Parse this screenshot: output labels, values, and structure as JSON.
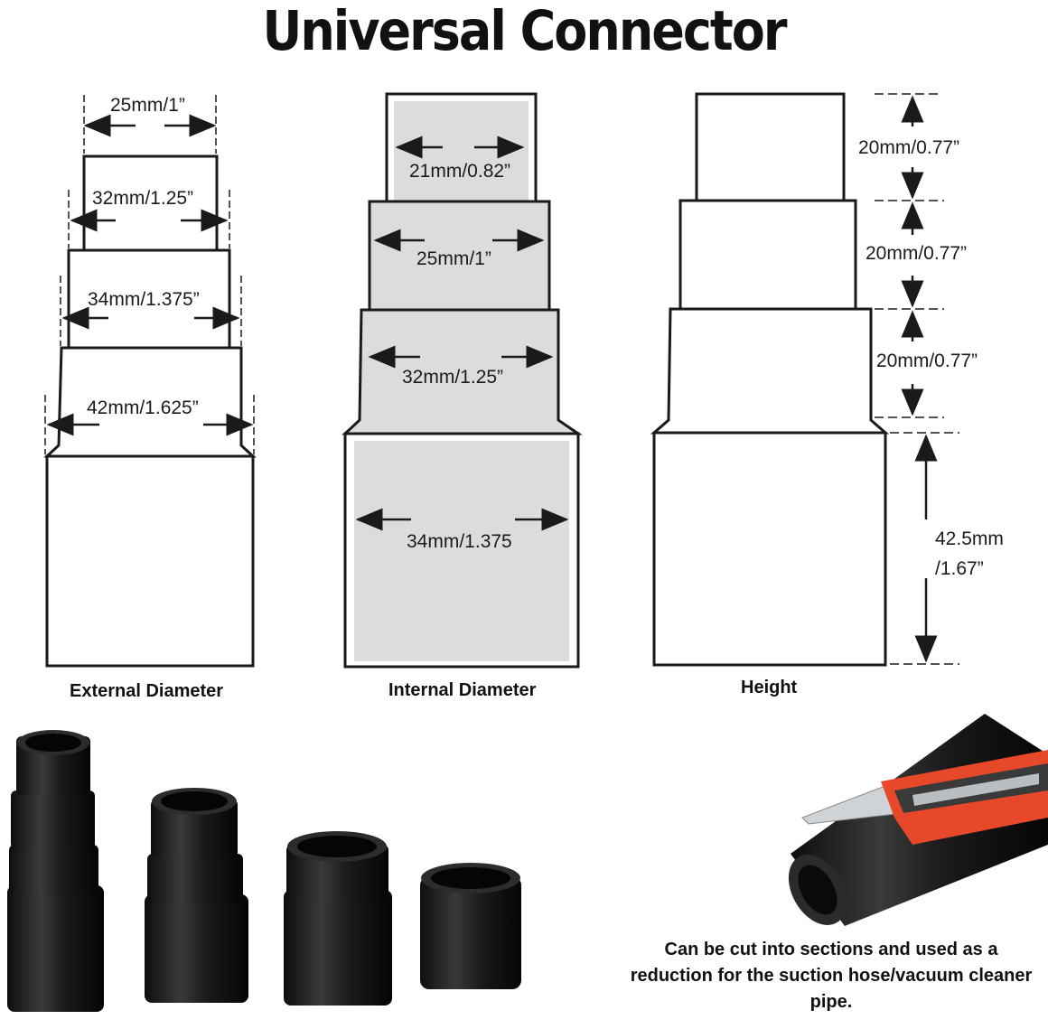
{
  "title": "Universal Connector",
  "external": {
    "caption": "External Diameter",
    "dims": [
      "25mm/1”",
      "32mm/1.25”",
      "34mm/1.375”",
      "42mm/1.625”"
    ]
  },
  "internal": {
    "caption": "Internal Diameter",
    "dims": [
      "21mm/0.82”",
      "25mm/1”",
      "32mm/1.25”",
      "34mm/1.375"
    ]
  },
  "height": {
    "caption": "Height",
    "dims": [
      "20mm/0.77”",
      "20mm/0.77”",
      "20mm/0.77”"
    ],
    "base_line1": "42.5mm",
    "base_line2": "/1.67”"
  },
  "note": "Can be cut into sections and used as a reduction for the suction hose/vacuum cleaner pipe.",
  "colors": {
    "outline": "#1a1a1a",
    "fill_internal": "#dcdcdc",
    "rubber": "#1c1c1c",
    "cutter_orange": "#e8482a"
  }
}
